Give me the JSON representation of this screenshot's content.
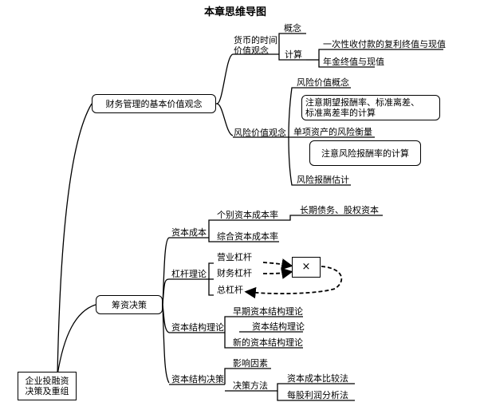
{
  "title": "本章思维导图",
  "root": "企业投融资\n决策及重组",
  "branch1": {
    "label": "财务管理的基本价值观念",
    "time_value": {
      "label": "货币的时间\n价值观念",
      "concept": "概念",
      "calc": "计算",
      "calc_items": [
        "一次性收付款的复利终值与现值",
        "年金终值与现值"
      ]
    },
    "risk_value": {
      "label": "风险价值观念",
      "concept": "风险价值概念",
      "note1": "注意期望报酬率、标准离差、\n标准离差率的计算",
      "single": "单项资产的风险衡量",
      "note2": "注意风险报酬率的计算",
      "estimate": "风险报酬估计"
    }
  },
  "branch2": {
    "label": "筹资决策",
    "capital_cost": {
      "label": "资本成本",
      "individual": "个别资本成本率",
      "individual_items": "长期债务、股权资本",
      "weighted": "综合资本成本率"
    },
    "leverage": {
      "label": "杠杆理论",
      "operating": "营业杠杆",
      "financial": "财务杠杆",
      "total": "总杠杆",
      "multiply": "×"
    },
    "structure_theory": {
      "label": "资本结构理论",
      "items": [
        "早期资本结构理论",
        "资本结构理论",
        "新的资本结构理论"
      ]
    },
    "structure_decision": {
      "label": "资本结构决策",
      "factors": "影响因素",
      "methods": "决策方法",
      "method_items": [
        "资本成本比较法",
        "每股利润分析法"
      ]
    }
  }
}
